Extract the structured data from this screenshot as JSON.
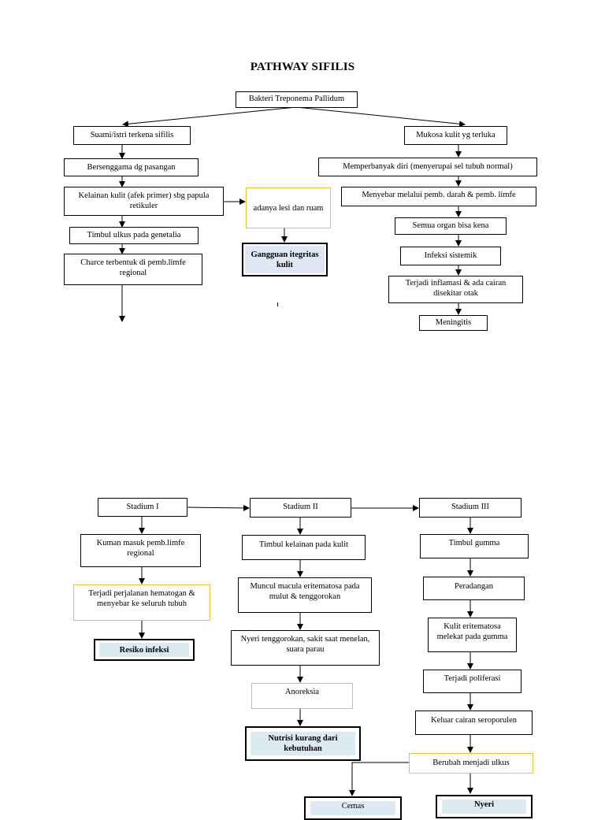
{
  "page": {
    "title": "PATHWAY SIFILIS",
    "top": {
      "root": "Bakteri Treponema Pallidum",
      "left_chain": [
        "Suami/istri terkena sifilis",
        "Bersenggama dg pasangan",
        "Kelainan kulit (afek primer) sbg papula retikuler",
        "Timbul ulkus pada genetalia",
        "Charce terbentuk di pemb.limfe regional"
      ],
      "middle": {
        "lesion": "adanya lesi dan ruam",
        "diagnosis": "Gangguan itegritas kulit"
      },
      "right_chain": [
        "Mukosa kulit yg terluka",
        "Memperbanyak diri (menyerupai sel tubuh normal)",
        "Menyebar melalui pemb. darah & pemb. limfe",
        "Semua organ bisa kena",
        "Infeksi sistemik",
        "Terjadi inflamasi & ada cairan disekitar otak",
        "Meningitis"
      ]
    },
    "bottom": {
      "stage1": {
        "label": "Stadium I",
        "chain": [
          "Kuman masuk pemb.limfe regional",
          "Terjadi perjalanan hematogan & menyebar ke seluruh tubuh"
        ],
        "diagnosis": "Resiko infeksi"
      },
      "stage2": {
        "label": "Stadium II",
        "chain": [
          "Timbul kelainan pada kulit",
          "Muncul macula eritematosa pada mulut & tenggorokan",
          "Nyeri tenggorokan, sakit saat menelan, suara parau",
          "Anoreksia"
        ],
        "diagnosis": "Nutrisi kurang dari kebutuhan"
      },
      "stage3": {
        "label": "Stadium III",
        "chain": [
          "Timbul gumma",
          "Peradangan",
          "Kulit eritematosa melekat pada gumma",
          "Terjadi poliferasi",
          "Keluar cairan seroporulen",
          "Berubah menjadi ulkus"
        ],
        "diagnosis_left": "Cemas",
        "diagnosis_right": "Nyeri"
      }
    }
  }
}
